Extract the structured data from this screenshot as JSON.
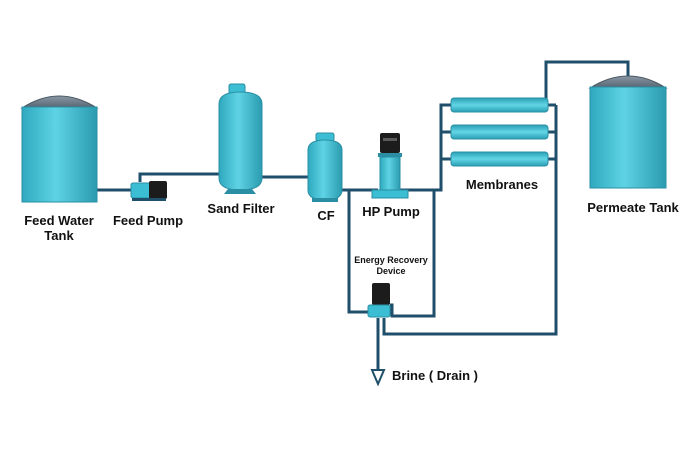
{
  "colors": {
    "vessel": "#3bbed3",
    "vessel_dark": "#2a8fa3",
    "dome": "#6b7c8c",
    "pipe": "#1f4f6a",
    "motor": "#1c1c1c",
    "background": "#ffffff"
  },
  "components": {
    "feed_water_tank": {
      "label_line1": "Feed Water",
      "label_line2": "Tank"
    },
    "feed_pump": {
      "label": "Feed Pump"
    },
    "sand_filter": {
      "label": "Sand Filter"
    },
    "cf": {
      "label": "CF"
    },
    "hp_pump": {
      "label": "HP Pump"
    },
    "membranes": {
      "label": "Membranes"
    },
    "permeate_tank": {
      "label": "Permeate Tank"
    },
    "energy_recovery": {
      "label_line1": "Energy Recovery",
      "label_line2": "Device"
    },
    "brine": {
      "label": "Brine ( Drain )"
    }
  }
}
